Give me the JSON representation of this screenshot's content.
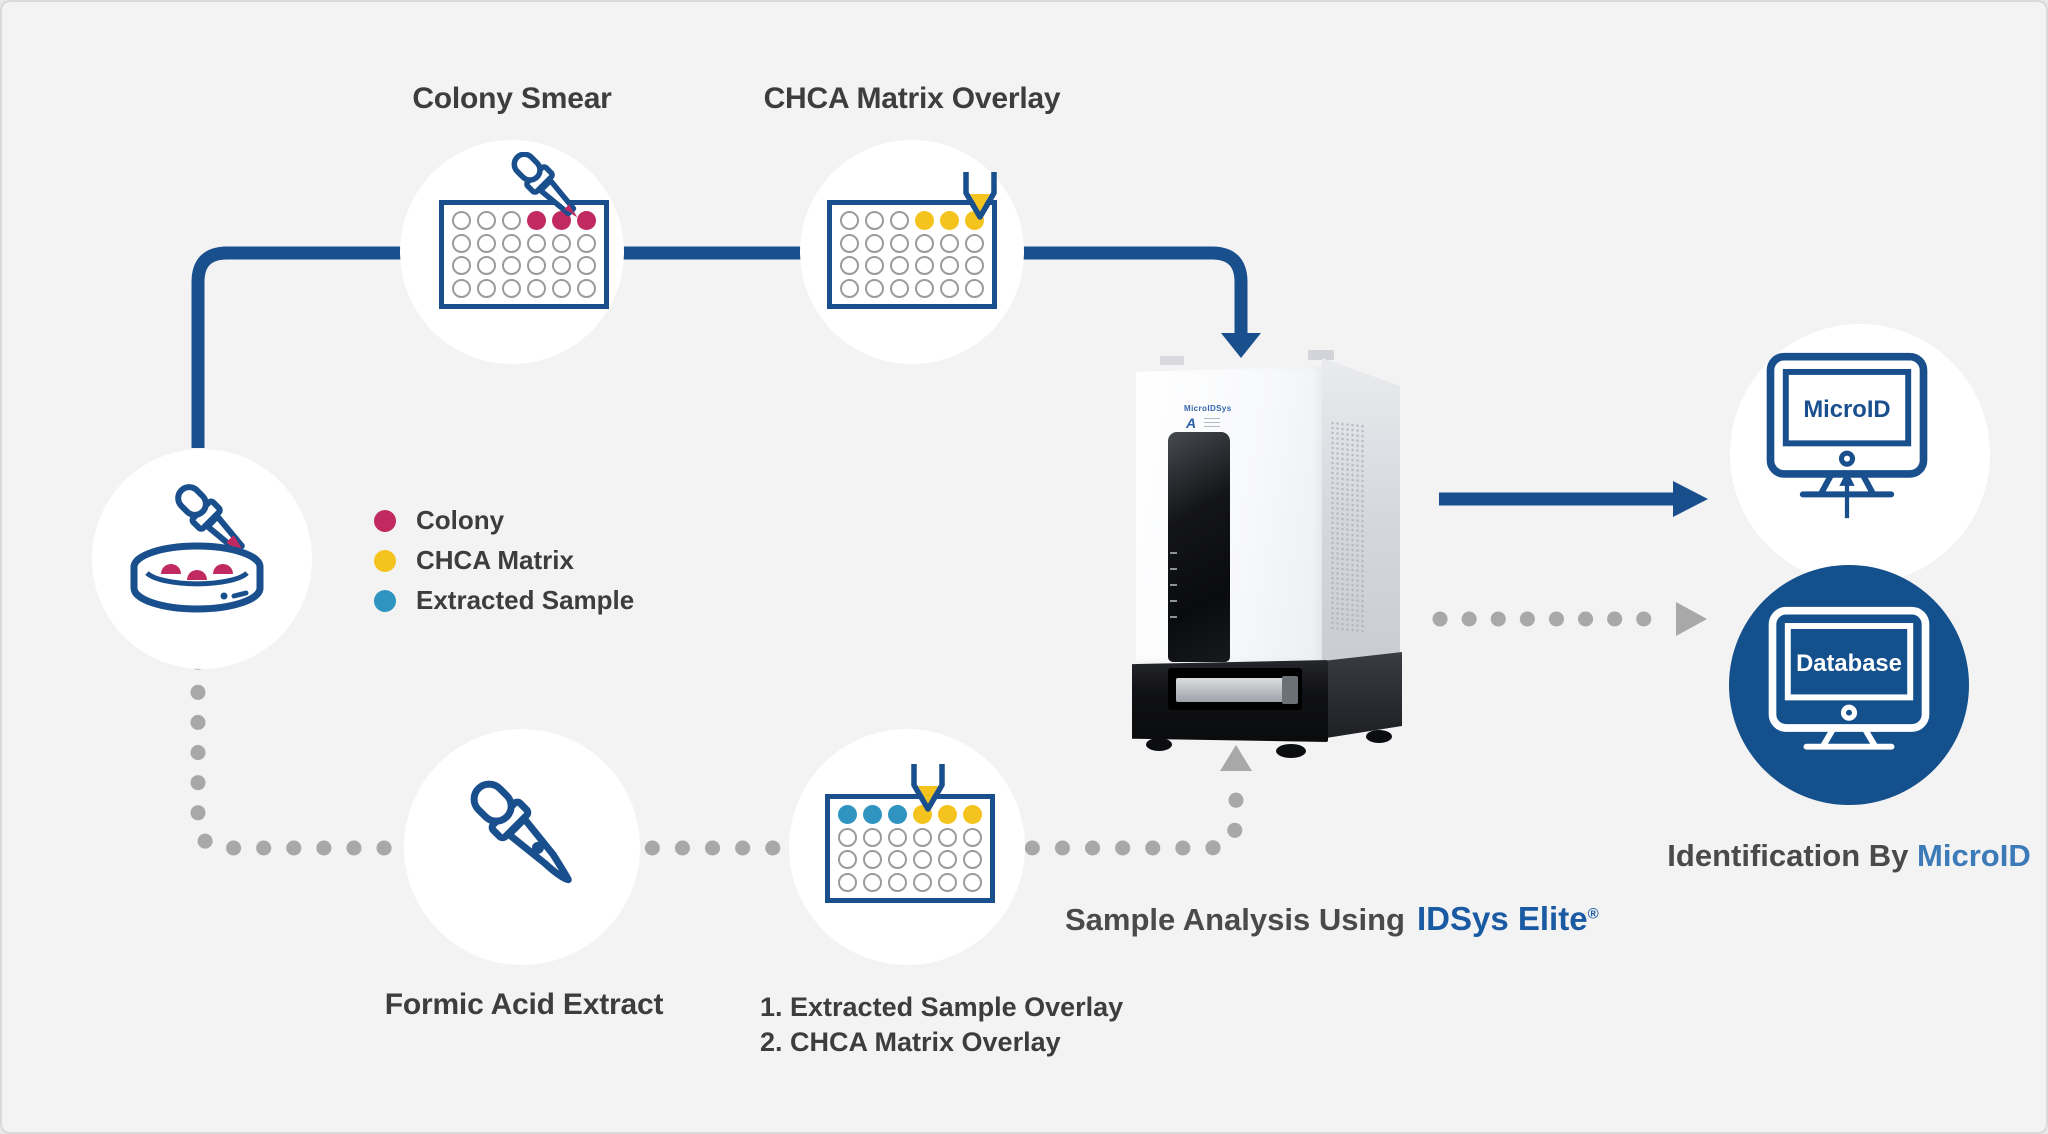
{
  "colors": {
    "primary_blue": "#1a4f8e",
    "brand_blue": "#1a5aa2",
    "link_blue": "#3c7ab8",
    "colony": "#c02a60",
    "chca_matrix": "#f5c31d",
    "extracted_sample": "#2f94bf",
    "dotted_gray": "#a8a8a8",
    "text_dark": "#3d3d3d",
    "database_circle_bg": "#14508c"
  },
  "labels": {
    "colony_smear": "Colony Smear",
    "chca_overlay": "CHCA Matrix Overlay",
    "formic_acid": "Formic Acid Extract",
    "overlay_step1": "1. Extracted Sample Overlay",
    "overlay_step2": "2. CHCA Matrix Overlay",
    "analysis_prefix": "Sample Analysis Using",
    "analysis_brand": "IDSys Elite",
    "analysis_reg": "®",
    "identification_prefix": "Identification By ",
    "identification_brand": "MicroID"
  },
  "legend": {
    "items": [
      {
        "label": "Colony",
        "color": "#c02a60"
      },
      {
        "label": "CHCA Matrix",
        "color": "#f5c31d"
      },
      {
        "label": "Extracted Sample",
        "color": "#2f94bf"
      }
    ]
  },
  "monitors": {
    "microid_screen": "MicroID",
    "database_screen": "Database"
  },
  "instrument": {
    "brand": "MicroIDSys"
  },
  "plates": {
    "colony_smear": {
      "pattern": [
        "oooCCC",
        "oooooo",
        "oooooo",
        "oooooo"
      ]
    },
    "chca_overlay": {
      "pattern": [
        "oooYYY",
        "oooooo",
        "oooooo",
        "oooooo"
      ]
    },
    "sample_overlay": {
      "pattern": [
        "BBBYYY",
        "oooooo",
        "oooooo",
        "oooooo"
      ]
    }
  }
}
